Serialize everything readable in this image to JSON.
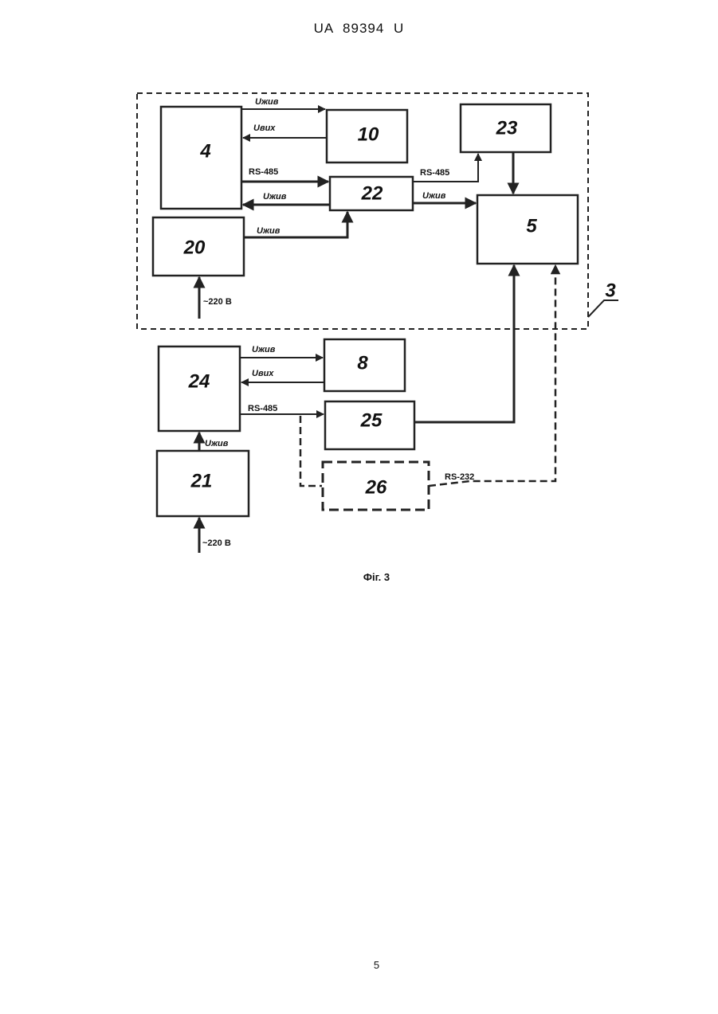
{
  "header": {
    "doc_id": "UA   89394   U"
  },
  "diagram": {
    "frame_label": "3",
    "blocks": {
      "b4": "4",
      "b10": "10",
      "b23": "23",
      "b22": "22",
      "b5": "5",
      "b20": "20",
      "b8": "8",
      "b24": "24",
      "b25": "25",
      "b21": "21",
      "b26": "26"
    },
    "labels": {
      "u_zhyv_top": "Uжив",
      "u_vykh_top": "Uвих",
      "rs485_4_22": "RS-485",
      "rs485_22_23": "RS-485",
      "u_zhyv_22_4": "Uжив",
      "u_zhyv_22_5": "Uжив",
      "u_zhyv_20": "Uжив",
      "v220_20": "~220 В",
      "u_zhyv_8": "Uжив",
      "u_vykh_8": "Uвих",
      "rs485_24_25": "RS-485",
      "u_zhyv_21": "Uжив",
      "v220_21": "~220 В",
      "rs232": "RS-232"
    }
  },
  "caption": "Фіг. 3",
  "page_number": "5"
}
